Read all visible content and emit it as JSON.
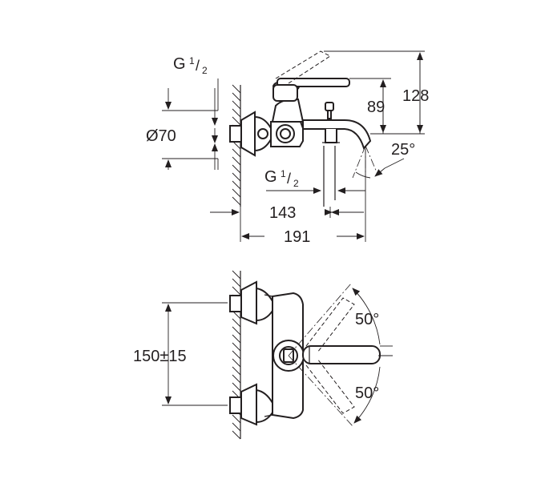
{
  "top_view": {
    "inlet_thread": {
      "base": "G",
      "num": "1",
      "den": "2"
    },
    "flange_diameter": "Ø70",
    "height_89": "89",
    "height_128": "128",
    "spout_angle": "25°",
    "outlet_thread": {
      "base": "G",
      "num": "1",
      "den": "2"
    },
    "projection_143": "143",
    "projection_191": "191"
  },
  "bottom_view": {
    "centers": "150±15",
    "angle_up": "50°",
    "angle_down": "50°"
  }
}
